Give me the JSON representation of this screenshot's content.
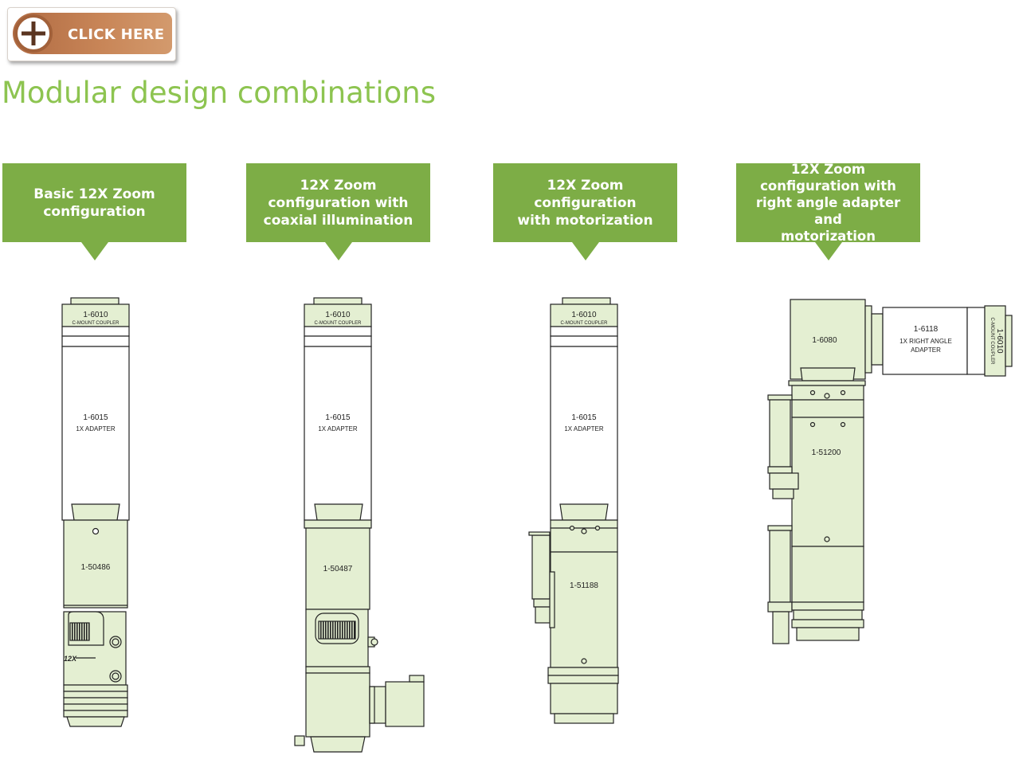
{
  "cta": {
    "label": "CLICK HERE",
    "icon": "plus-circle-icon"
  },
  "title": "Modular design combinations",
  "colors": {
    "title": "#8dc450",
    "callout": "#7dad46",
    "part_fill": "#e4efd2",
    "cta": "#c88557"
  },
  "configurations": [
    {
      "heading": "Basic 12X Zoom\nconfiguration",
      "coupler": {
        "code": "1-6010",
        "name": "C-MOUNT COUPLER"
      },
      "adapter": {
        "code": "1-6015",
        "name": "1X ADAPTER"
      },
      "body": {
        "code": "1-50486"
      },
      "marking": "12X"
    },
    {
      "heading": "12X Zoom\nconfiguration with\ncoaxial illumination",
      "coupler": {
        "code": "1-6010",
        "name": "C-MOUNT COUPLER"
      },
      "adapter": {
        "code": "1-6015",
        "name": "1X ADAPTER"
      },
      "body": {
        "code": "1-50487"
      }
    },
    {
      "heading": "12X Zoom\nconfiguration\nwith motorization",
      "coupler": {
        "code": "1-6010",
        "name": "C-MOUNT COUPLER"
      },
      "adapter": {
        "code": "1-6015",
        "name": "1X ADAPTER"
      },
      "body": {
        "code": "1-51188"
      }
    },
    {
      "heading": "12X Zoom\nconfiguration with\nright angle adapter and\nmotorization",
      "head": {
        "code": "1-6080"
      },
      "right_angle": {
        "code": "1-6118",
        "line1": "1X RIGHT ANGLE",
        "line2": "ADAPTER"
      },
      "coupler": {
        "code": "1-6010",
        "name": "C-MOUNT COUPLER"
      },
      "body": {
        "code": "1-51200"
      }
    }
  ]
}
